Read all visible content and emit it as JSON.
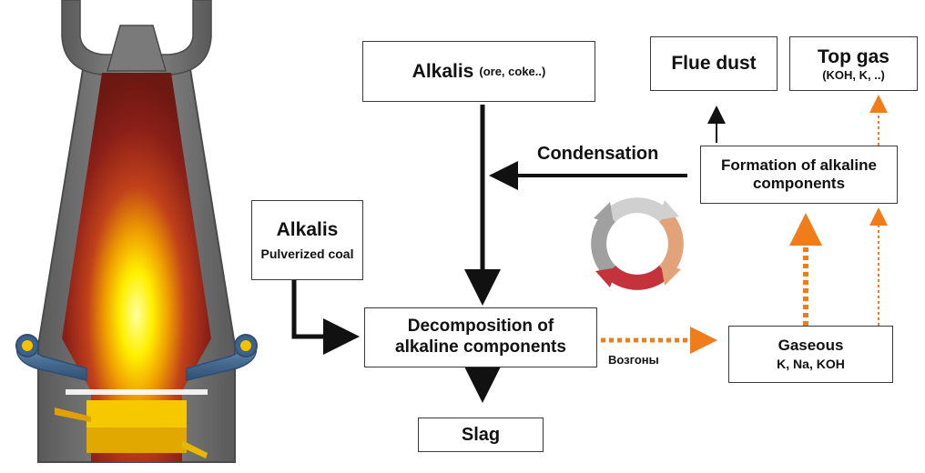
{
  "colors": {
    "arrow": "#111111",
    "orange": "#f07d1a",
    "box_border": "#3a3a3a",
    "cycle": [
      "#cfcfcf",
      "#9a9a9a",
      "#e2a27a",
      "#c4323b"
    ]
  },
  "boxes": {
    "alkalis_ore": {
      "title": "Alkalis",
      "note": "(ore, coke..)"
    },
    "flue_dust": {
      "title": "Flue dust"
    },
    "top_gas": {
      "title": "Top gas",
      "note": "(KOH, K, ..)"
    },
    "alkalis_coal": {
      "title": "Alkalis",
      "note": "Pulverized coal"
    },
    "formation": {
      "line1": "Formation of alkaline",
      "line2": "components"
    },
    "decomposition": {
      "line1": "Decomposition of",
      "line2": "alkaline components"
    },
    "gaseous": {
      "title": "Gaseous",
      "note": "K, Na, KOH"
    },
    "slag": {
      "title": "Slag"
    }
  },
  "labels": {
    "condensation": "Condensation",
    "vozgony": "Возгоны"
  }
}
